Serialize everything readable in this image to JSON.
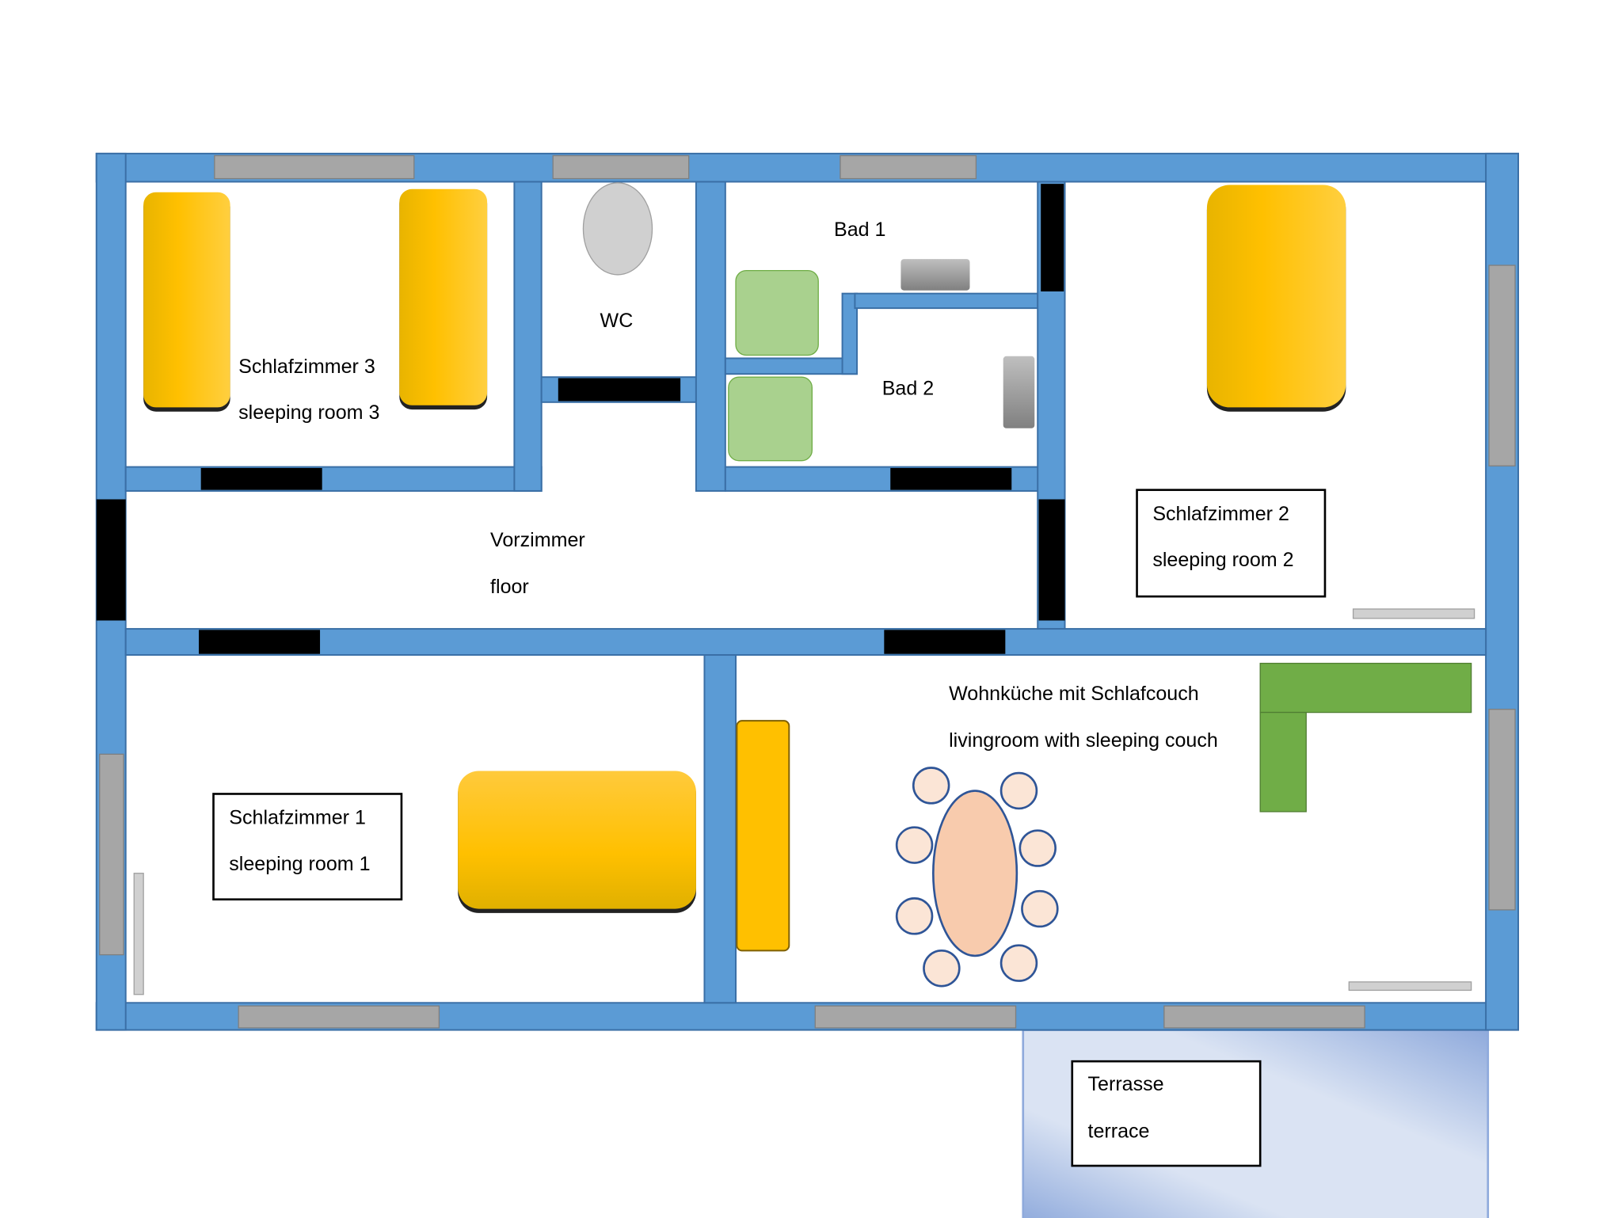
{
  "rooms": {
    "schlafzimmer3": {
      "de": "Schlafzimmer 3",
      "en": "sleeping room 3"
    },
    "wc": {
      "de": "WC"
    },
    "bad1": {
      "de": "Bad 1"
    },
    "bad2": {
      "de": "Bad 2"
    },
    "schlafzimmer2": {
      "de": "Schlafzimmer 2",
      "en": "sleeping room 2"
    },
    "vorzimmer": {
      "de": "Vorzimmer",
      "en": "floor"
    },
    "schlafzimmer1": {
      "de": "Schlafzimmer 1",
      "en": "sleeping room 1"
    },
    "wohnkueche": {
      "de": "Wohnküche mit Schlafcouch",
      "en": "livingroom with sleeping couch"
    },
    "terrasse": {
      "de": "Terrasse",
      "en": "terrace"
    }
  },
  "colors": {
    "wall": "#5B9BD5",
    "window": "#A6A6A6",
    "door": "#000000",
    "bed": "#FFC000",
    "bath_fixture": "#A9D18E",
    "couch": "#70AD47",
    "table": "#F8CBAD"
  }
}
